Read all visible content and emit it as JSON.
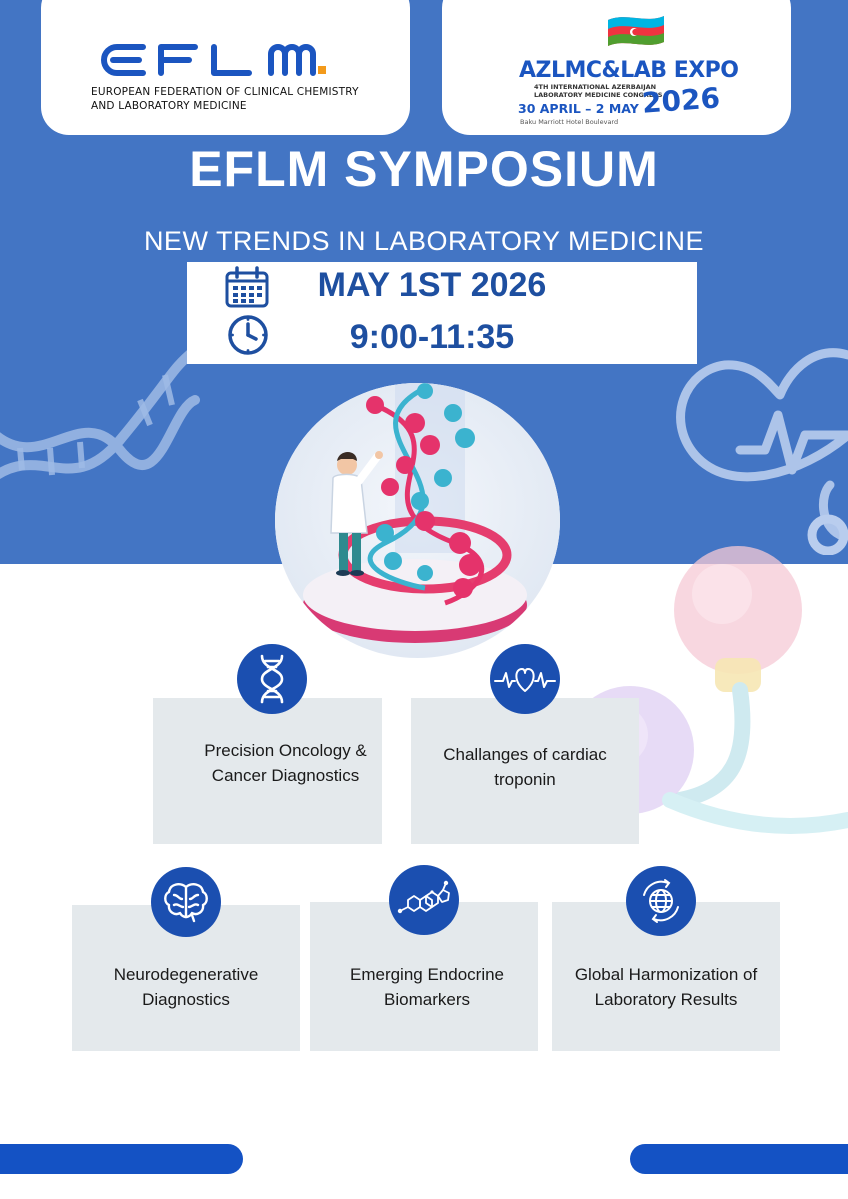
{
  "eflm_logo": {
    "wordmark": "EFLM",
    "line1": "EUROPEAN FEDERATION OF CLINICAL CHEMISTRY",
    "line2": "AND LABORATORY MEDICINE"
  },
  "expo_logo": {
    "name": "AZLMC&LAB EXPO",
    "year": "2026",
    "congress_line1": "4TH INTERNATIONAL AZERBAIJAN",
    "congress_line2": "LABORATORY MEDICINE CONGRESS",
    "dates": "30 APRIL – 2 MAY",
    "venue": "Baku Marriott Hotel Boulevard"
  },
  "event": {
    "title": "EFLM SYMPOSIUM",
    "subtitle": "NEW TRENDS IN LABORATORY MEDICINE",
    "date": "MAY 1ST 2026",
    "time": "9:00-11:35"
  },
  "topics": [
    {
      "line1": "Precision Oncology &",
      "line2": "Cancer Diagnostics",
      "icon": "dna-icon"
    },
    {
      "line1": "Challanges of cardiac",
      "line2": "troponin",
      "icon": "heartbeat-icon"
    },
    {
      "line1": "Neurodegenerative",
      "line2": "Diagnostics",
      "icon": "brain-icon"
    },
    {
      "line1": "Emerging Endocrine",
      "line2": "Biomarkers",
      "icon": "molecule-icon"
    },
    {
      "line1": "Global Harmonization of",
      "line2": "Laboratory Results",
      "icon": "globe-icon"
    }
  ],
  "colors": {
    "band": "#4375c4",
    "accent_blue": "#1b4fb0",
    "card_bg": "#e4e9ec",
    "dna_pink": "#e5336b",
    "dna_cyan": "#3bb3cf",
    "eflm_orange": "#f39a1b"
  }
}
